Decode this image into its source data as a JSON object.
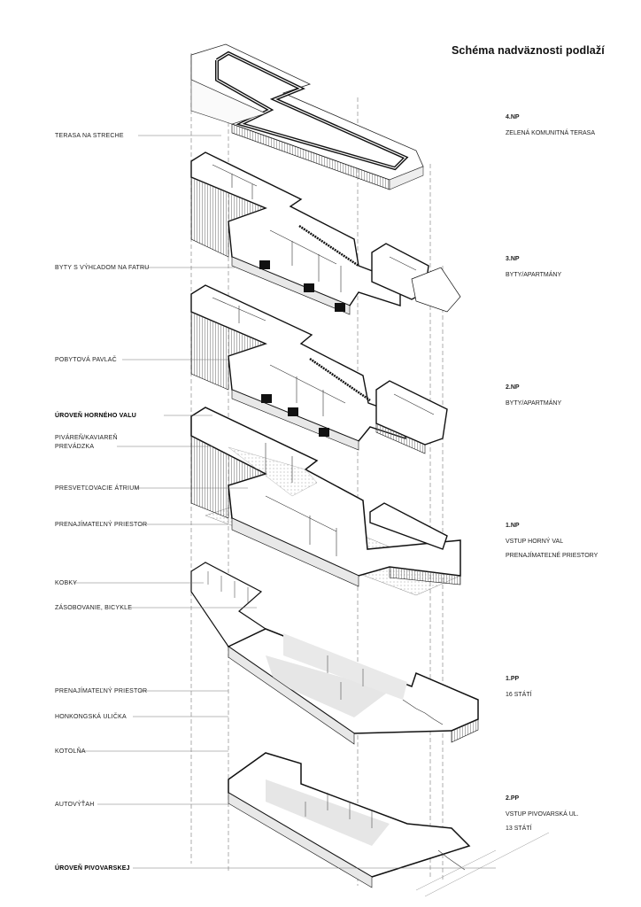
{
  "title": "Schéma nadväznosti podlaží",
  "labels": [
    {
      "text": "TERASA NA STRECHE",
      "bold": false
    },
    {
      "text": "BYTY S VÝHĽADOM NA FATRU",
      "bold": false
    },
    {
      "text": "POBYTOVÁ PAVLAČ",
      "bold": false
    },
    {
      "text": "ÚROVEŇ HORNÉHO VALU",
      "bold": true
    },
    {
      "text": "PIVÁREŇ/KAVIAREŇ",
      "bold": false
    },
    {
      "text": "PREVÁDZKA",
      "bold": false
    },
    {
      "text": "PRESVETĽOVACIE ÁTRIUM",
      "bold": false
    },
    {
      "text": "PRENAJÍMATEĽNÝ PRIESTOR",
      "bold": false
    },
    {
      "text": "KOBKY",
      "bold": false
    },
    {
      "text": "ZÁSOBOVANIE, BICYKLE",
      "bold": false
    },
    {
      "text": "PRENAJÍMATEĽNÝ PRIESTOR",
      "bold": false
    },
    {
      "text": "HONKONGSKÁ ULIČKA",
      "bold": false
    },
    {
      "text": "KOTOLŇA",
      "bold": false
    },
    {
      "text": "AUTOVÝŤAH",
      "bold": false
    },
    {
      "text": "ÚROVEŇ PIVOVARSKEJ",
      "bold": true
    }
  ],
  "floors": [
    {
      "code": "4.NP",
      "lines": [
        "ZELENÁ KOMUNITNÁ TERASA"
      ]
    },
    {
      "code": "3.NP",
      "lines": [
        "BYTY/APARTMÁNY"
      ]
    },
    {
      "code": "2.NP",
      "lines": [
        "BYTY/APARTMÁNY"
      ]
    },
    {
      "code": "1.NP",
      "lines": [
        "VSTUP HORNÝ VAL",
        "PRENAJÍMATEĽNÉ PRIESTORY"
      ]
    },
    {
      "code": "1.PP",
      "lines": [
        "16 STÁTÍ"
      ]
    },
    {
      "code": "2.PP",
      "lines": [
        "VSTUP PIVOVARSKÁ UL.",
        "13 STÁTÍ"
      ]
    }
  ]
}
